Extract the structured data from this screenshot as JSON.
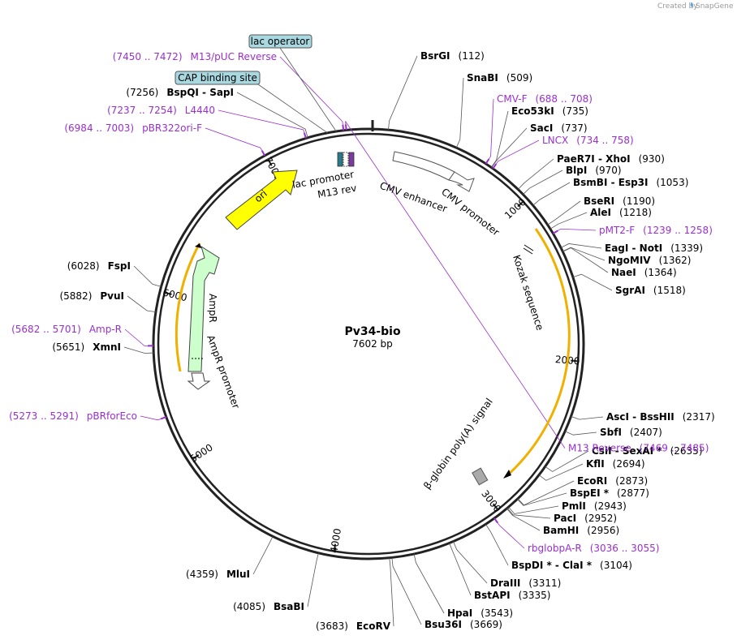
{
  "credit": "Created by",
  "brand": "SnapGene",
  "plasmid": {
    "name": "Pv34-bio",
    "length_label": "7602 bp",
    "length": 7602
  },
  "tick_labels": [
    "1000",
    "2000",
    "3000",
    "4000",
    "5000",
    "6000",
    "7000"
  ],
  "enzymes": [
    {
      "id": "bsrgi",
      "name": "BsrGI",
      "pos": "(112)",
      "site": 112,
      "side": "R",
      "pos_first": false
    },
    {
      "id": "snabi",
      "name": "SnaBI",
      "pos": "(509)",
      "site": 509,
      "side": "R",
      "pos_first": false
    },
    {
      "id": "eco53ki",
      "name": "Eco53kI",
      "pos": "(735)",
      "site": 735,
      "side": "R",
      "pos_first": false
    },
    {
      "id": "saci",
      "name": "SacI",
      "pos": "(737)",
      "site": 737,
      "side": "R",
      "pos_first": false
    },
    {
      "id": "paer7i",
      "name": "PaeR7I  - XhoI",
      "pos": "(930)",
      "site": 930,
      "side": "R",
      "pos_first": false
    },
    {
      "id": "blpi",
      "name": "BlpI",
      "pos": "(970)",
      "site": 970,
      "side": "R",
      "pos_first": false
    },
    {
      "id": "bsmbi",
      "name": "BsmBI  - Esp3I",
      "pos": "(1053)",
      "site": 1053,
      "side": "R",
      "pos_first": false
    },
    {
      "id": "bseri",
      "name": "BseRI",
      "pos": "(1190)",
      "site": 1190,
      "side": "R",
      "pos_first": false
    },
    {
      "id": "alei",
      "name": "AleI",
      "pos": "(1218)",
      "site": 1218,
      "side": "R",
      "pos_first": false
    },
    {
      "id": "eagi",
      "name": "EagI  - NotI",
      "pos": "(1339)",
      "site": 1339,
      "side": "R",
      "pos_first": false
    },
    {
      "id": "ngomiv",
      "name": "NgoMIV",
      "pos": "(1362)",
      "site": 1362,
      "side": "R",
      "pos_first": false
    },
    {
      "id": "naei",
      "name": "NaeI",
      "pos": "(1364)",
      "site": 1364,
      "side": "R",
      "pos_first": false
    },
    {
      "id": "sgrai",
      "name": "SgrAI",
      "pos": "(1518)",
      "site": 1518,
      "side": "R",
      "pos_first": false
    },
    {
      "id": "asci",
      "name": "AscI  - BssHII",
      "pos": "(2317)",
      "site": 2317,
      "side": "R",
      "pos_first": false
    },
    {
      "id": "sbfi",
      "name": "SbfI",
      "pos": "(2407)",
      "site": 2407,
      "side": "R",
      "pos_first": false
    },
    {
      "id": "csii",
      "name": "CsiI  - SexAI *",
      "pos": "(2635)",
      "site": 2635,
      "side": "R",
      "pos_first": false
    },
    {
      "id": "kfli",
      "name": "KflI",
      "pos": "(2694)",
      "site": 2694,
      "side": "R",
      "pos_first": false
    },
    {
      "id": "ecori",
      "name": "EcoRI",
      "pos": "(2873)",
      "site": 2873,
      "side": "R",
      "pos_first": false
    },
    {
      "id": "bspei",
      "name": "BspEI *",
      "pos": "(2877)",
      "site": 2877,
      "side": "R",
      "pos_first": false
    },
    {
      "id": "pmli",
      "name": "PmlI",
      "pos": "(2943)",
      "site": 2943,
      "side": "R",
      "pos_first": false
    },
    {
      "id": "paci",
      "name": "PacI",
      "pos": "(2952)",
      "site": 2952,
      "side": "R",
      "pos_first": false
    },
    {
      "id": "bamhi",
      "name": "BamHI",
      "pos": "(2956)",
      "site": 2956,
      "side": "R",
      "pos_first": false
    },
    {
      "id": "bspdi",
      "name": "BspDI *  - ClaI *",
      "pos": "(3104)",
      "site": 3104,
      "side": "R",
      "pos_first": false
    },
    {
      "id": "draiii",
      "name": "DraIII",
      "pos": "(3311)",
      "site": 3311,
      "side": "R",
      "pos_first": false
    },
    {
      "id": "bstapi",
      "name": "BstAPI",
      "pos": "(3335)",
      "site": 3335,
      "side": "R",
      "pos_first": false
    },
    {
      "id": "hpai",
      "name": "HpaI",
      "pos": "(3543)",
      "site": 3543,
      "side": "R",
      "pos_first": false
    },
    {
      "id": "bsu36i",
      "name": "Bsu36I",
      "pos": "(3669)",
      "site": 3669,
      "side": "R",
      "pos_first": false
    },
    {
      "id": "ecorv",
      "name": "EcoRV",
      "pos": "(3683)",
      "site": 3683,
      "side": "L",
      "pos_first": true
    },
    {
      "id": "bsabi",
      "name": "BsaBI",
      "pos": "(4085)",
      "site": 4085,
      "side": "L",
      "pos_first": true
    },
    {
      "id": "mlui",
      "name": "MluI",
      "pos": "(4359)",
      "site": 4359,
      "side": "L",
      "pos_first": true
    },
    {
      "id": "xmni",
      "name": "XmnI",
      "pos": "(5651)",
      "site": 5651,
      "side": "L",
      "pos_first": true
    },
    {
      "id": "pvui",
      "name": "PvuI",
      "pos": "(5882)",
      "site": 5882,
      "side": "L",
      "pos_first": true
    },
    {
      "id": "fspi",
      "name": "FspI",
      "pos": "(6028)",
      "site": 6028,
      "side": "L",
      "pos_first": true
    },
    {
      "id": "bspqi",
      "name": "BspQI  - SapI",
      "pos": "(7256)",
      "site": 7256,
      "side": "L",
      "pos_first": true
    }
  ],
  "primers": [
    {
      "id": "m13-reverse",
      "name": "M13 Reverse",
      "range": "(7469 .. 7485)",
      "site": 7477,
      "side": "R"
    },
    {
      "id": "m13-puc-reverse",
      "name": "M13/pUC Reverse",
      "range": "(7450 .. 7472)",
      "site": 7461,
      "side": "L"
    },
    {
      "id": "l4440",
      "name": "L4440",
      "range": "(7237 .. 7254)",
      "site": 7245,
      "side": "L"
    },
    {
      "id": "pbr322ori-f",
      "name": "pBR322ori-F",
      "range": "(6984 .. 7003)",
      "site": 6993,
      "side": "L"
    },
    {
      "id": "cmv-f",
      "name": "CMV-F",
      "range": "(688 .. 708)",
      "site": 698,
      "side": "R"
    },
    {
      "id": "lncx",
      "name": "LNCX",
      "range": "(734 .. 758)",
      "site": 746,
      "side": "R"
    },
    {
      "id": "pmt2-f",
      "name": "pMT2-F",
      "range": "(1239 .. 1258)",
      "site": 1248,
      "side": "R"
    },
    {
      "id": "amp-r",
      "name": "Amp-R",
      "range": "(5682 .. 5701)",
      "site": 5691,
      "side": "L"
    },
    {
      "id": "pbrforeco",
      "name": "pBRforEco",
      "range": "(5273 .. 5291)",
      "site": 5282,
      "side": "L"
    },
    {
      "id": "rbglobpa-r",
      "name": "rbglobpA-R",
      "range": "(3036 .. 3055)",
      "site": 3045,
      "side": "R"
    }
  ],
  "boxed_features": [
    {
      "id": "lac-operator",
      "name": "lac operator",
      "site": 7420
    },
    {
      "id": "cap-binding-site",
      "name": "CAP binding site",
      "site": 7370
    }
  ],
  "feature_labels": {
    "lac_promoter": "lac promoter",
    "m13_rev": "M13 rev",
    "cmv_enhancer": "CMV enhancer",
    "cmv_promoter": "CMV promoter",
    "kozak": "Kozak sequence",
    "polya": "β-globin poly(A) signal",
    "ori": "ori",
    "ampr": "AmpR",
    "ampr_promoter": "AmpR promoter"
  },
  "colors": {
    "primer": "#9a2fd0",
    "ori": "#ffff00",
    "ampr": "#ccffcc",
    "box_fill": "#a8d8e0",
    "cds_orange": "#f0b000"
  }
}
